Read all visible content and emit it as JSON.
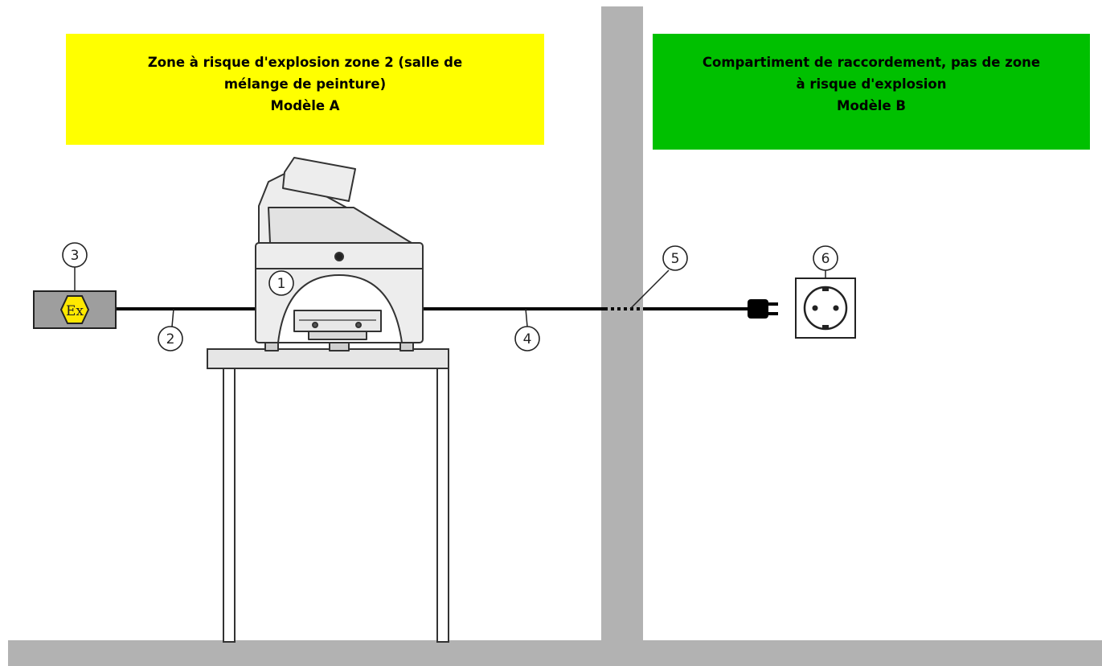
{
  "zones": {
    "hazard": {
      "line1": "Zone à risque d'explosion zone 2 (salle de",
      "line2": "mélange de peinture)",
      "line3": "Modèle A",
      "color": "#ffff00"
    },
    "safe": {
      "line1": "Compartiment de raccordement, pas de zone",
      "line2": "à risque d'explosion",
      "line3": "Modèle B",
      "color": "#00c000"
    }
  },
  "callouts": {
    "c1": "1",
    "c2": "2",
    "c3": "3",
    "c4": "4",
    "c5": "5",
    "c6": "6"
  },
  "ex_symbol": "Ex",
  "colors": {
    "wall": "#b2b2b2",
    "device": "#ededed",
    "cable": "#000000"
  }
}
